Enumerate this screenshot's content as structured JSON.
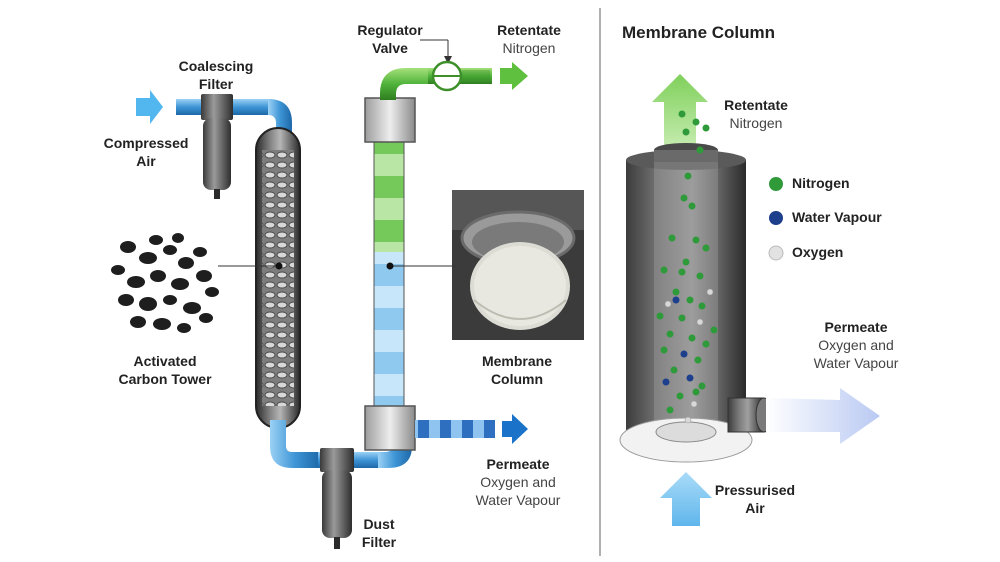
{
  "left_panel": {
    "regulator_valve": "Regulator\nValve",
    "retentate_title": "Retentate",
    "retentate_sub": "Nitrogen",
    "coalescing_filter": "Coalescing\nFilter",
    "compressed_air": "Compressed\nAir",
    "activated_carbon_tower": "Activated\nCarbon Tower",
    "membrane_column": "Membrane\nColumn",
    "permeate_title": "Permeate",
    "permeate_sub": "Oxygen and\nWater Vapour",
    "dust_filter": "Dust\nFilter"
  },
  "right_panel": {
    "title": "Membrane Column",
    "retentate_title": "Retentate",
    "retentate_sub": "Nitrogen",
    "legend": [
      {
        "label": "Nitrogen",
        "color": "#2e9a3a"
      },
      {
        "label": "Water Vapour",
        "color": "#1d3f8c"
      },
      {
        "label": "Oxygen",
        "color": "#d8d8d8"
      }
    ],
    "permeate_title": "Permeate",
    "permeate_sub": "Oxygen and\nWater Vapour",
    "pressurised_air": "Pressurised\nAir"
  },
  "colors": {
    "pipe_blue": "#5aa8e0",
    "pipe_green": "#4fb33a",
    "arrow_blue": "#1a73c9",
    "arrow_light_blue": "#7ec3ef",
    "arrow_green": "#6cc24a",
    "divider": "#b0b0b0"
  }
}
